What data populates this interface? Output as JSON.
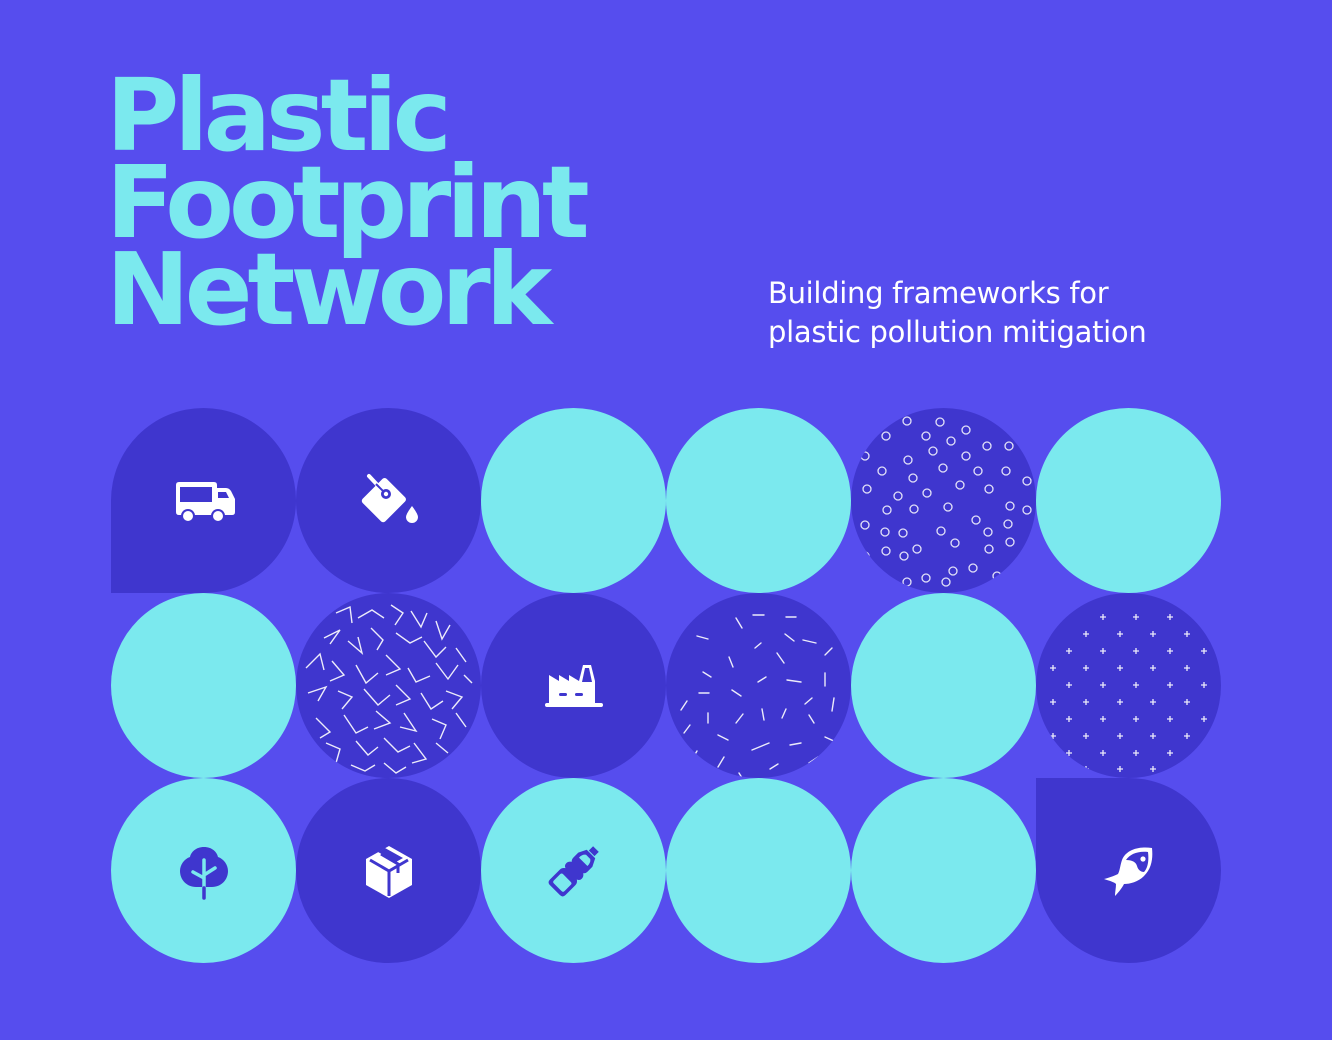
{
  "title": {
    "lines": [
      "Plastic",
      "Footprint",
      "Network"
    ]
  },
  "subtitle": {
    "lines": [
      "Building frameworks for",
      "plastic pollution mitigation"
    ]
  },
  "colors": {
    "background": "#564DEE",
    "accent_cyan": "#7BE9EE",
    "dark_circle": "#3F36CE",
    "icon_white": "#FFFFFF"
  },
  "grid": {
    "rows": 3,
    "columns": 6,
    "cells": [
      {
        "row": 1,
        "col": 1,
        "fill": "dark",
        "shape": "teardrop-bottom-left",
        "icon": "truck-icon"
      },
      {
        "row": 1,
        "col": 2,
        "fill": "dark",
        "shape": "circle",
        "icon": "paint-bucket-icon"
      },
      {
        "row": 1,
        "col": 3,
        "fill": "cyan",
        "shape": "circle",
        "icon": null
      },
      {
        "row": 1,
        "col": 4,
        "fill": "cyan",
        "shape": "circle",
        "icon": null
      },
      {
        "row": 1,
        "col": 5,
        "fill": "dark",
        "shape": "circle",
        "pattern": "rings"
      },
      {
        "row": 1,
        "col": 6,
        "fill": "cyan",
        "shape": "circle",
        "icon": null
      },
      {
        "row": 2,
        "col": 1,
        "fill": "cyan",
        "shape": "circle",
        "icon": null
      },
      {
        "row": 2,
        "col": 2,
        "fill": "dark",
        "shape": "circle",
        "pattern": "chevrons"
      },
      {
        "row": 2,
        "col": 3,
        "fill": "dark",
        "shape": "circle",
        "icon": "factory-icon"
      },
      {
        "row": 2,
        "col": 4,
        "fill": "dark",
        "shape": "circle",
        "pattern": "dashes"
      },
      {
        "row": 2,
        "col": 5,
        "fill": "cyan",
        "shape": "circle",
        "icon": null
      },
      {
        "row": 2,
        "col": 6,
        "fill": "dark",
        "shape": "circle",
        "pattern": "plus-signs"
      },
      {
        "row": 3,
        "col": 1,
        "fill": "cyan",
        "shape": "circle",
        "icon": "tree-icon"
      },
      {
        "row": 3,
        "col": 2,
        "fill": "dark",
        "shape": "circle",
        "icon": "box-icon"
      },
      {
        "row": 3,
        "col": 3,
        "fill": "cyan",
        "shape": "circle",
        "icon": "bottle-icon"
      },
      {
        "row": 3,
        "col": 4,
        "fill": "cyan",
        "shape": "circle",
        "icon": null
      },
      {
        "row": 3,
        "col": 5,
        "fill": "cyan",
        "shape": "circle",
        "icon": null
      },
      {
        "row": 3,
        "col": 6,
        "fill": "dark",
        "shape": "teardrop-top-left",
        "icon": "fish-icon"
      }
    ]
  }
}
